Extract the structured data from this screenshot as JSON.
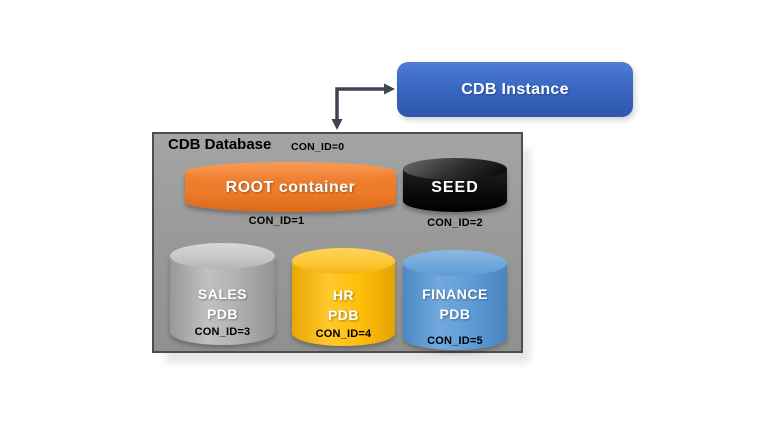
{
  "instance": {
    "label": "CDB Instance"
  },
  "database": {
    "title": "CDB Database",
    "con_id": "CON_ID=0",
    "containers": [
      {
        "name": "root",
        "label": "ROOT container",
        "con_id": "CON_ID=1",
        "color": "#ED7D31"
      },
      {
        "name": "seed",
        "label": "SEED",
        "con_id": "CON_ID=2",
        "color": "#0A0A0A"
      },
      {
        "name": "sales",
        "label": "SALES\nPDB",
        "con_id": "CON_ID=3",
        "color": "#ABABAB"
      },
      {
        "name": "hr",
        "label": "HR\nPDB",
        "con_id": "CON_ID=4",
        "color": "#FFC000"
      },
      {
        "name": "finance",
        "label": "FINANCE\nPDB",
        "con_id": "CON_ID=5",
        "color": "#5B9BD5"
      }
    ]
  },
  "colors": {
    "instance_blue": "#3A67C3",
    "database_gray": "#9B9B9B",
    "database_border": "#4E4E4E",
    "arrow": "#3D4452",
    "background": "#FFFFFF"
  }
}
